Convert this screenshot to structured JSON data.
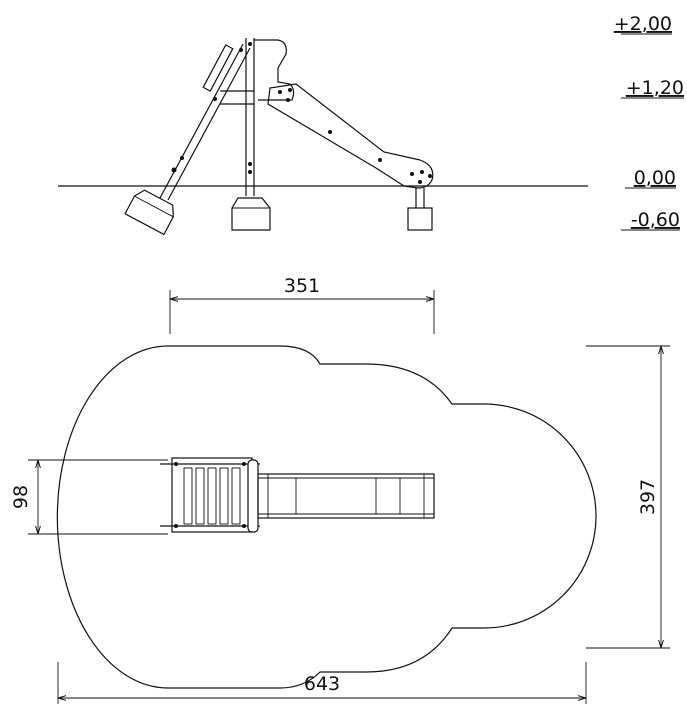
{
  "levels": {
    "plus_2_00": "+2,00",
    "plus_1_20": "+1,20",
    "zero": "0,00",
    "minus_0_60": "-0,60"
  },
  "dimensions": {
    "top_width": "351",
    "left_height": "98",
    "right_height": "397",
    "total_width": "643"
  }
}
